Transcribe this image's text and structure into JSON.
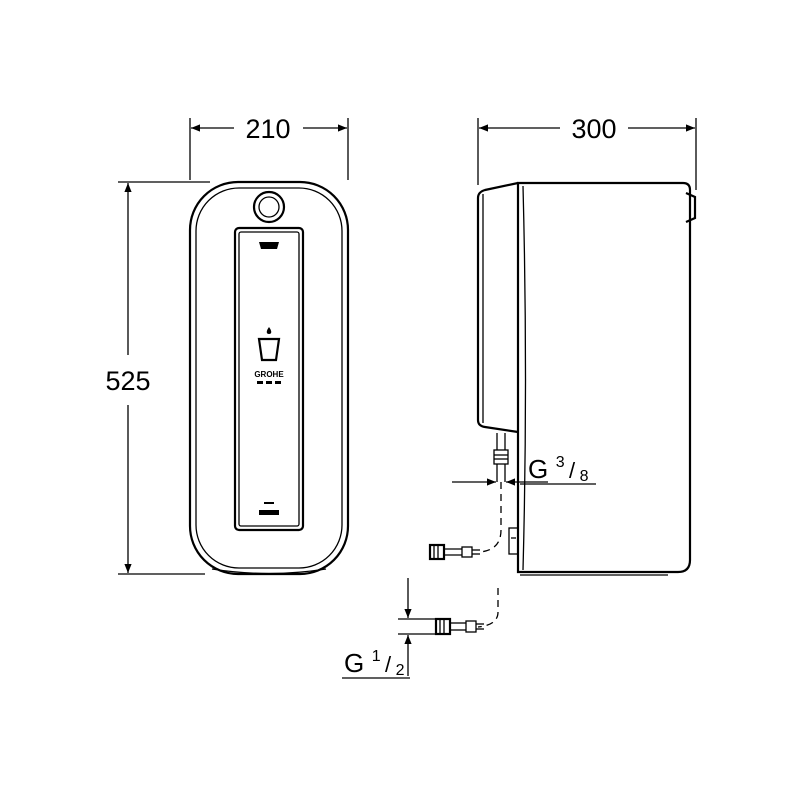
{
  "dimensions": {
    "width": "210",
    "depth": "300",
    "height": "525"
  },
  "connections": {
    "outlet": {
      "letter": "G",
      "numerator": "3",
      "denominator": "8"
    },
    "inlet": {
      "letter": "G",
      "numerator": "1",
      "denominator": "2"
    }
  },
  "logo": {
    "text": "GROHE"
  },
  "icons": [
    "cup-icon",
    "drip-icon",
    "minus-icon",
    "plus-icon"
  ]
}
